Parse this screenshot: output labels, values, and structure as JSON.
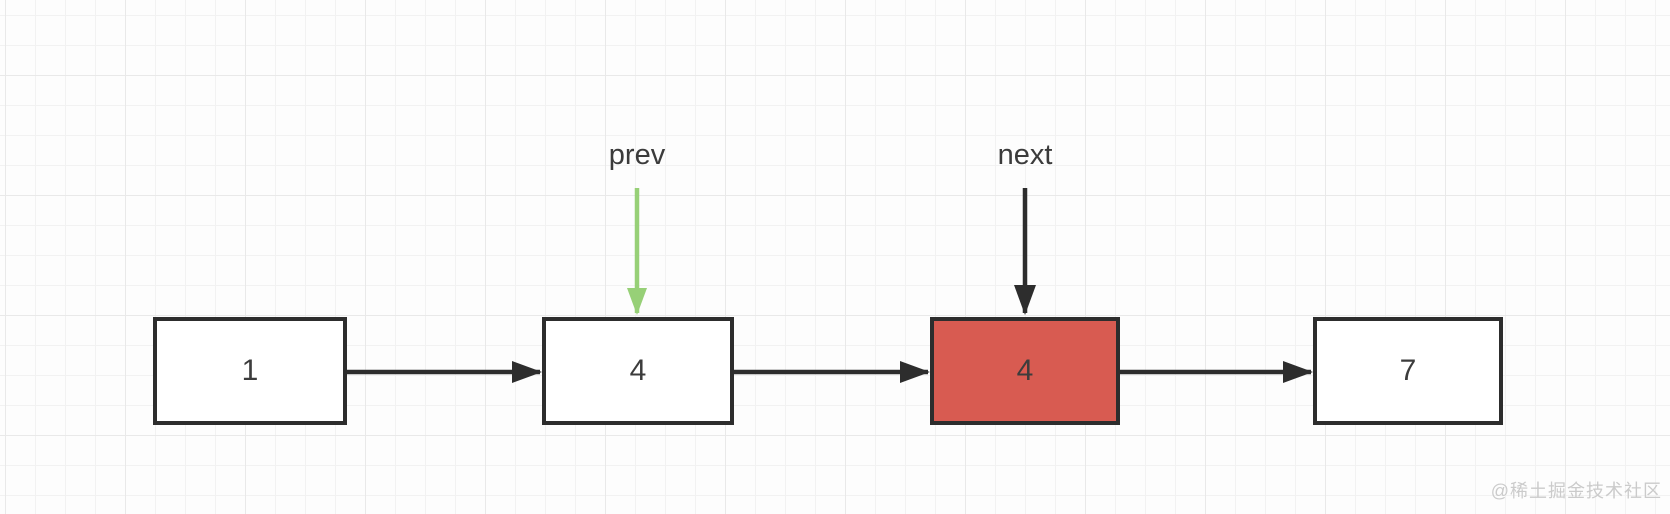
{
  "diagram": {
    "type": "linked-list",
    "nodes": [
      {
        "value": "1",
        "highlighted": false
      },
      {
        "value": "4",
        "highlighted": false
      },
      {
        "value": "4",
        "highlighted": true
      },
      {
        "value": "7",
        "highlighted": false
      }
    ],
    "edges": [
      [
        0,
        1
      ],
      [
        1,
        2
      ],
      [
        2,
        3
      ]
    ],
    "pointers": [
      {
        "label": "prev",
        "points_to_node": 1,
        "arrow_color": "#97d077"
      },
      {
        "label": "next",
        "points_to_node": 2,
        "arrow_color": "#2d2d2d"
      }
    ],
    "colors": {
      "node_border": "#2d2d2d",
      "node_fill": "#ffffff",
      "highlight_fill": "#d85b51",
      "link_arrow": "#2d2d2d",
      "node_text": "#3c3c3c",
      "label_text": "#3b3b3b",
      "grid_minor": "#f2f2f2",
      "grid_major": "#e9e9e9",
      "background": "#fdfdfd"
    }
  },
  "watermark": {
    "text": "@稀土掘金技术社区",
    "color": "#cbcbcb"
  }
}
